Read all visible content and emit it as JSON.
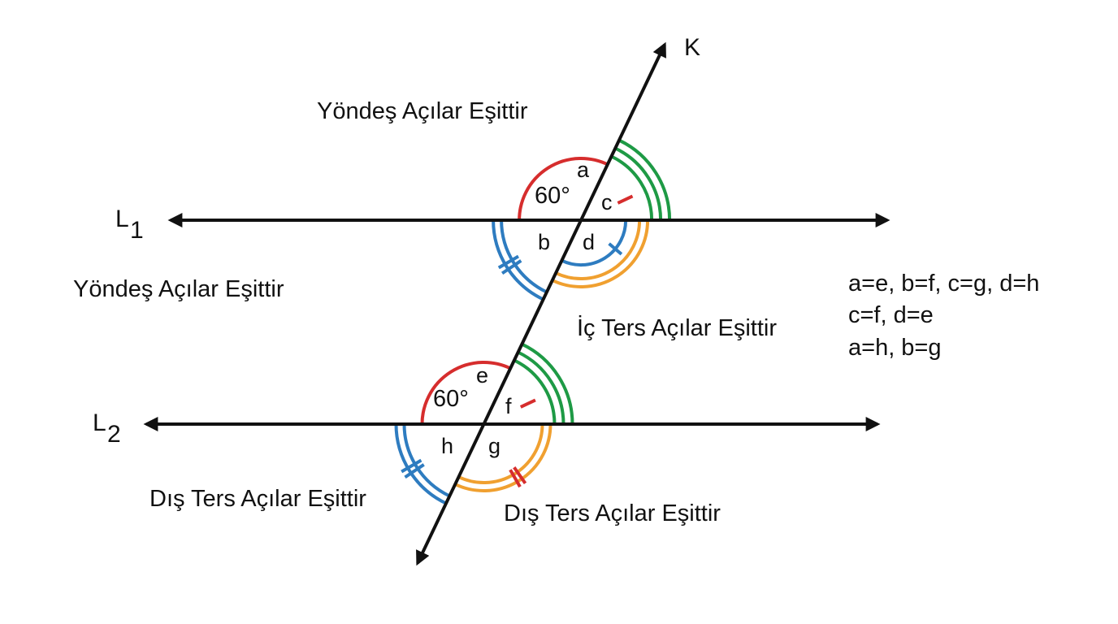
{
  "lines": {
    "transversal": "K",
    "top": {
      "name": "L",
      "sub": "1"
    },
    "bottom": {
      "name": "L",
      "sub": "2"
    }
  },
  "angle_labels": {
    "a": "a",
    "b": "b",
    "c": "c",
    "d": "d",
    "e": "e",
    "f": "f",
    "g": "g",
    "h": "h"
  },
  "given_angle": {
    "top": "60°",
    "bottom": "60°"
  },
  "captions": {
    "corresponding_top": "Yöndeş Açılar Eşittir",
    "corresponding_left": "Yöndeş Açılar Eşittir",
    "alternate_interior": "İç Ters Açılar Eşittir",
    "alternate_exterior_left": "Dış Ters Açılar Eşittir",
    "alternate_exterior_right": "Dış Ters Açılar Eşittir"
  },
  "equalities": [
    "a=e, b=f, c=g, d=h",
    "c=f, d=e",
    "a=h, b=g"
  ],
  "colors": {
    "line": "#111111",
    "red": "#d62d2d",
    "green": "#1e9a45",
    "blue": "#2e7cc0",
    "orange": "#f0a030"
  }
}
